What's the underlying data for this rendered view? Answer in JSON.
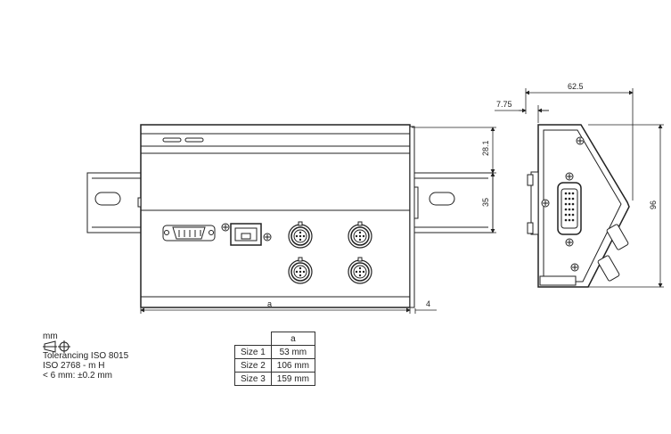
{
  "dimensions": {
    "width_62_5": "62.5",
    "width_7_75": "7.75",
    "height_28_1": "28.1",
    "height_35": "35",
    "height_96": "96",
    "length_a": "a",
    "gap_4": "4"
  },
  "legend": {
    "unit": "mm",
    "line1": "Tolerancing ISO 8015",
    "line2": "ISO 2768 - m H",
    "line3": "< 6 mm: ±0.2 mm"
  },
  "size_table": {
    "header": "a",
    "rows": [
      {
        "label": "Size 1",
        "value": "53 mm"
      },
      {
        "label": "Size 2",
        "value": "106 mm"
      },
      {
        "label": "Size 3",
        "value": "159 mm"
      }
    ]
  }
}
